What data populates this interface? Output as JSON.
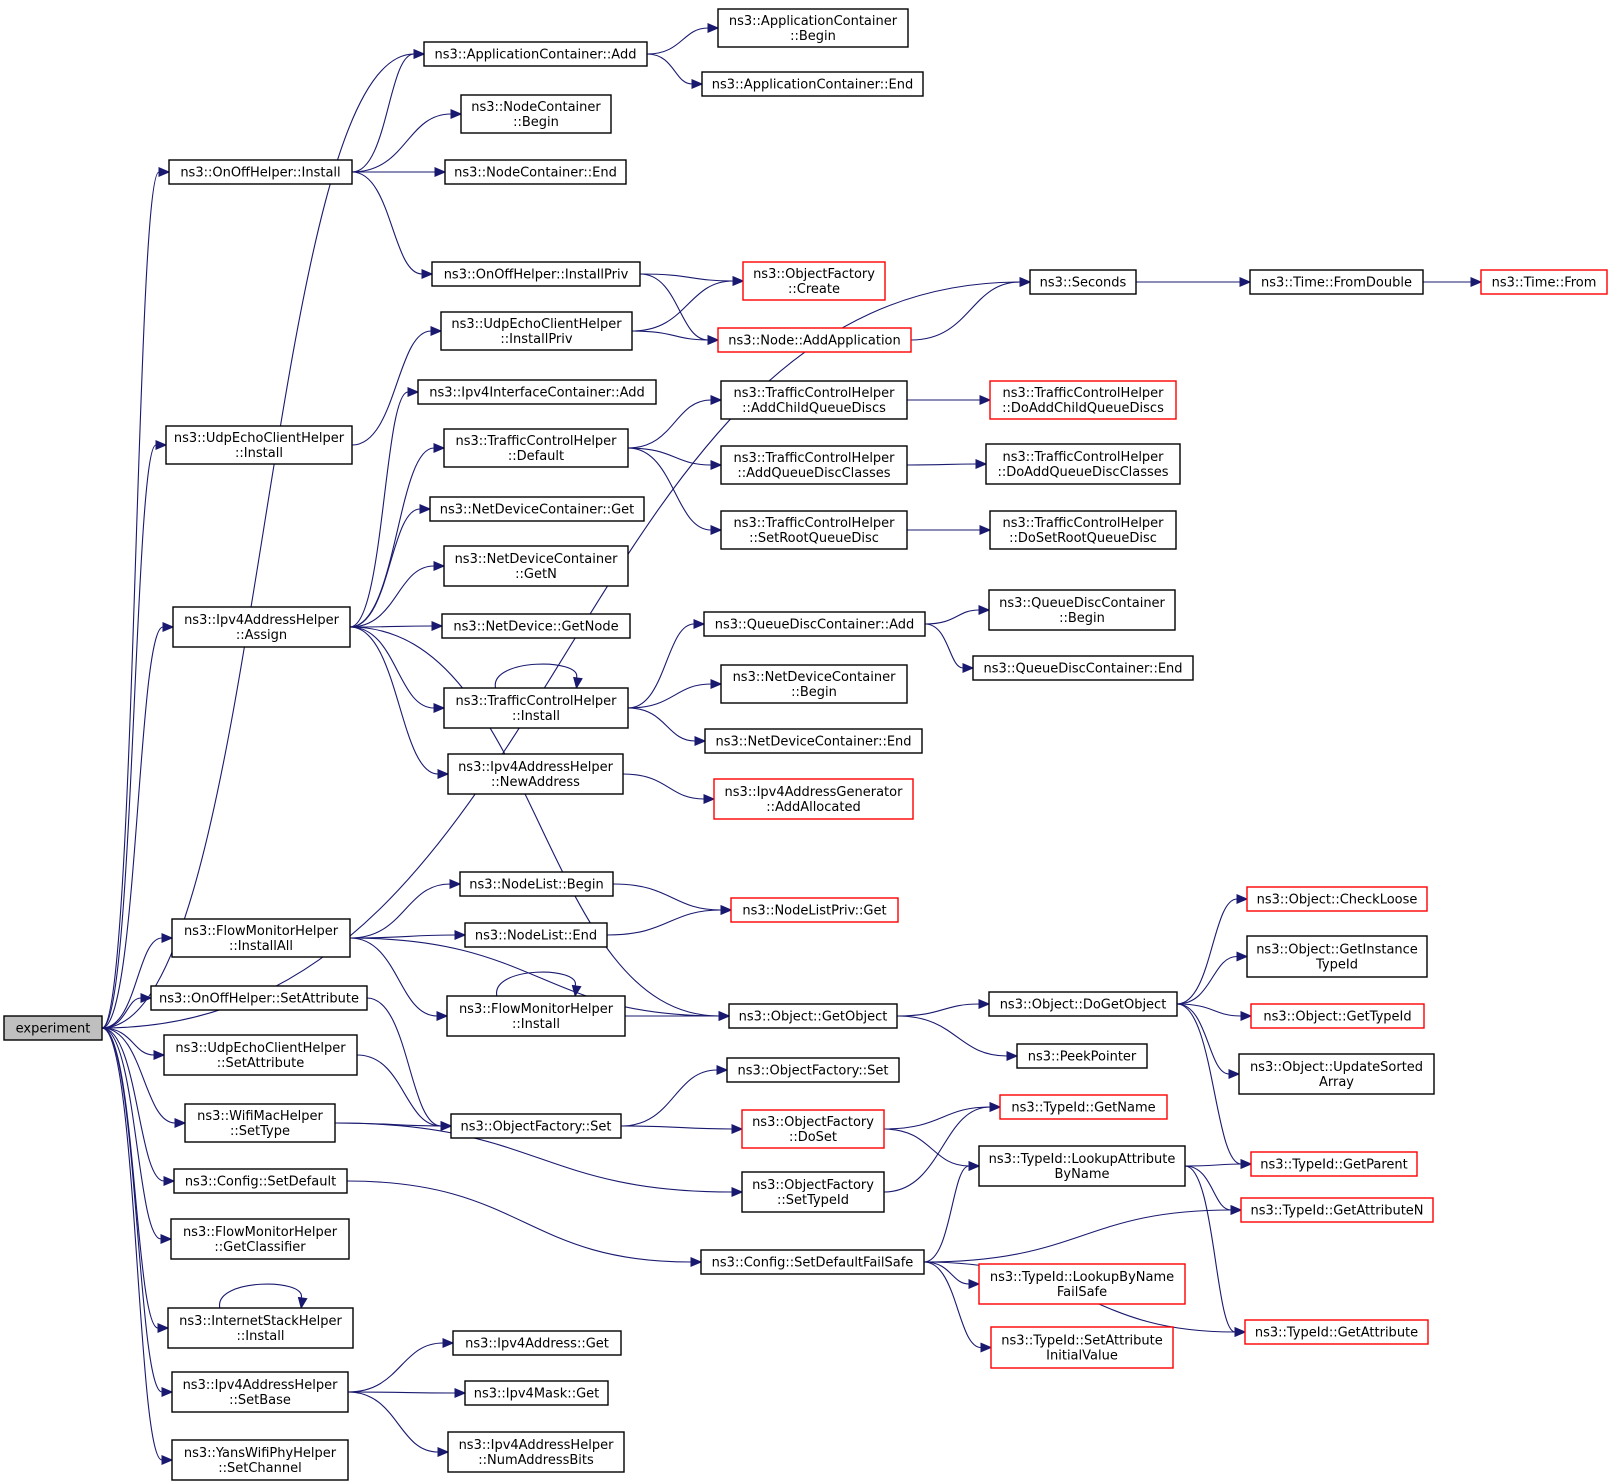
{
  "colors": {
    "edge": "#191970",
    "node_border": "#000000",
    "external_border": "#ff0000",
    "root_fill": "#bfbfbf"
  },
  "nodes": {
    "experiment": {
      "lines": [
        "experiment"
      ],
      "root": true
    },
    "appAdd": {
      "lines": [
        "ns3::ApplicationContainer::Add"
      ]
    },
    "appBegin": {
      "lines": [
        "ns3::ApplicationContainer",
        "::Begin"
      ]
    },
    "appEnd": {
      "lines": [
        "ns3::ApplicationContainer::End"
      ]
    },
    "onoffInstall": {
      "lines": [
        "ns3::OnOffHelper::Install"
      ]
    },
    "ncBegin": {
      "lines": [
        "ns3::NodeContainer",
        "::Begin"
      ]
    },
    "ncEnd": {
      "lines": [
        "ns3::NodeContainer::End"
      ]
    },
    "onoffInstallPriv": {
      "lines": [
        "ns3::OnOffHelper::InstallPriv"
      ]
    },
    "ofCreate": {
      "lines": [
        "ns3::ObjectFactory",
        "::Create"
      ],
      "external": true
    },
    "seconds": {
      "lines": [
        "ns3::Seconds"
      ]
    },
    "fromDouble": {
      "lines": [
        "ns3::Time::FromDouble"
      ]
    },
    "timeFrom": {
      "lines": [
        "ns3::Time::From"
      ],
      "external": true
    },
    "udpClientInstallPriv": {
      "lines": [
        "ns3::UdpEchoClientHelper",
        "::InstallPriv"
      ]
    },
    "nodeAddApp": {
      "lines": [
        "ns3::Node::AddApplication"
      ],
      "external": true
    },
    "udpClientInstall": {
      "lines": [
        "ns3::UdpEchoClientHelper",
        "::Install"
      ]
    },
    "ipv4IfcAdd": {
      "lines": [
        "ns3::Ipv4InterfaceContainer::Add"
      ]
    },
    "tchDefault": {
      "lines": [
        "ns3::TrafficControlHelper",
        "::Default"
      ]
    },
    "tchAddChild": {
      "lines": [
        "ns3::TrafficControlHelper",
        "::AddChildQueueDiscs"
      ]
    },
    "tchDoAddChild": {
      "lines": [
        "ns3::TrafficControlHelper",
        "::DoAddChildQueueDiscs"
      ],
      "external": true
    },
    "tchAddClasses": {
      "lines": [
        "ns3::TrafficControlHelper",
        "::AddQueueDiscClasses"
      ]
    },
    "tchDoAddClasses": {
      "lines": [
        "ns3::TrafficControlHelper",
        "::DoAddQueueDiscClasses"
      ]
    },
    "tchSetRoot": {
      "lines": [
        "ns3::TrafficControlHelper",
        "::SetRootQueueDisc"
      ]
    },
    "tchDoSetRoot": {
      "lines": [
        "ns3::TrafficControlHelper",
        "::DoSetRootQueueDisc"
      ]
    },
    "ndcGet": {
      "lines": [
        "ns3::NetDeviceContainer::Get"
      ]
    },
    "ndcGetN": {
      "lines": [
        "ns3::NetDeviceContainer",
        "::GetN"
      ]
    },
    "ipv4Assign": {
      "lines": [
        "ns3::Ipv4AddressHelper",
        "::Assign"
      ]
    },
    "ndGetNode": {
      "lines": [
        "ns3::NetDevice::GetNode"
      ]
    },
    "qdcAdd": {
      "lines": [
        "ns3::QueueDiscContainer::Add"
      ]
    },
    "qdcBegin": {
      "lines": [
        "ns3::QueueDiscContainer",
        "::Begin"
      ]
    },
    "qdcEnd": {
      "lines": [
        "ns3::QueueDiscContainer::End"
      ]
    },
    "tchInstall": {
      "lines": [
        "ns3::TrafficControlHelper",
        "::Install"
      ]
    },
    "ndcBegin": {
      "lines": [
        "ns3::NetDeviceContainer",
        "::Begin"
      ]
    },
    "ndcEnd": {
      "lines": [
        "ns3::NetDeviceContainer::End"
      ]
    },
    "ipv4NewAddr": {
      "lines": [
        "ns3::Ipv4AddressHelper",
        "::NewAddress"
      ]
    },
    "ipv4GenAdd": {
      "lines": [
        "ns3::Ipv4AddressGenerator",
        "::AddAllocated"
      ],
      "external": true
    },
    "nodeListBegin": {
      "lines": [
        "ns3::NodeList::Begin"
      ]
    },
    "nodeListPrivGet": {
      "lines": [
        "ns3::NodeListPriv::Get"
      ],
      "external": true
    },
    "fmhInstallAll": {
      "lines": [
        "ns3::FlowMonitorHelper",
        "::InstallAll"
      ]
    },
    "nodeListEnd": {
      "lines": [
        "ns3::NodeList::End"
      ]
    },
    "objCheckLoose": {
      "lines": [
        "ns3::Object::CheckLoose"
      ],
      "external": true
    },
    "objGetInstTid": {
      "lines": [
        "ns3::Object::GetInstance",
        "TypeId"
      ]
    },
    "fmhInstall": {
      "lines": [
        "ns3::FlowMonitorHelper",
        "::Install"
      ]
    },
    "objGetObject": {
      "lines": [
        "ns3::Object::GetObject"
      ]
    },
    "objDoGetObject": {
      "lines": [
        "ns3::Object::DoGetObject"
      ]
    },
    "objGetTypeId": {
      "lines": [
        "ns3::Object::GetTypeId"
      ],
      "external": true
    },
    "onoffSetAttr": {
      "lines": [
        "ns3::OnOffHelper::SetAttribute"
      ]
    },
    "peekPointer": {
      "lines": [
        "ns3::PeekPointer"
      ]
    },
    "udpClientSetAttr": {
      "lines": [
        "ns3::UdpEchoClientHelper",
        "::SetAttribute"
      ]
    },
    "ofSet1": {
      "lines": [
        "ns3::ObjectFactory::Set"
      ]
    },
    "objUpdateSorted": {
      "lines": [
        "ns3::Object::UpdateSorted",
        "Array"
      ]
    },
    "tidGetName": {
      "lines": [
        "ns3::TypeId::GetName"
      ],
      "external": true
    },
    "wifiMacSetType": {
      "lines": [
        "ns3::WifiMacHelper",
        "::SetType"
      ]
    },
    "ofSet2": {
      "lines": [
        "ns3::ObjectFactory::Set"
      ]
    },
    "ofDoSet": {
      "lines": [
        "ns3::ObjectFactory",
        "::DoSet"
      ],
      "external": true
    },
    "tidLookupAttr": {
      "lines": [
        "ns3::TypeId::LookupAttribute",
        "ByName"
      ]
    },
    "tidGetParent": {
      "lines": [
        "ns3::TypeId::GetParent"
      ],
      "external": true
    },
    "cfgSetDefault": {
      "lines": [
        "ns3::Config::SetDefault"
      ]
    },
    "ofSetTypeId": {
      "lines": [
        "ns3::ObjectFactory",
        "::SetTypeId"
      ]
    },
    "tidGetAttrN": {
      "lines": [
        "ns3::TypeId::GetAttributeN"
      ],
      "external": true
    },
    "fmhGetClassifier": {
      "lines": [
        "ns3::FlowMonitorHelper",
        "::GetClassifier"
      ]
    },
    "cfgSetDefaultFS": {
      "lines": [
        "ns3::Config::SetDefaultFailSafe"
      ]
    },
    "tidLookupByName": {
      "lines": [
        "ns3::TypeId::LookupByName",
        "FailSafe"
      ],
      "external": true
    },
    "ishInstall": {
      "lines": [
        "ns3::InternetStackHelper",
        "::Install"
      ]
    },
    "tidSetAttrInit": {
      "lines": [
        "ns3::TypeId::SetAttribute",
        "InitialValue"
      ],
      "external": true
    },
    "tidGetAttr": {
      "lines": [
        "ns3::TypeId::GetAttribute"
      ],
      "external": true
    },
    "ipv4AddrGet": {
      "lines": [
        "ns3::Ipv4Address::Get"
      ]
    },
    "ipv4SetBase": {
      "lines": [
        "ns3::Ipv4AddressHelper",
        "::SetBase"
      ]
    },
    "ipv4MaskGet": {
      "lines": [
        "ns3::Ipv4Mask::Get"
      ]
    },
    "ipv4NumBits": {
      "lines": [
        "ns3::Ipv4AddressHelper",
        "::NumAddressBits"
      ]
    },
    "yansSetChannel": {
      "lines": [
        "ns3::YansWifiPhyHelper",
        "::SetChannel"
      ]
    }
  },
  "edges": [
    [
      "experiment",
      "appAdd"
    ],
    [
      "experiment",
      "onoffInstall"
    ],
    [
      "experiment",
      "seconds"
    ],
    [
      "experiment",
      "udpClientInstall"
    ],
    [
      "experiment",
      "ipv4Assign"
    ],
    [
      "experiment",
      "fmhInstallAll"
    ],
    [
      "experiment",
      "onoffSetAttr"
    ],
    [
      "experiment",
      "udpClientSetAttr"
    ],
    [
      "experiment",
      "wifiMacSetType"
    ],
    [
      "experiment",
      "cfgSetDefault"
    ],
    [
      "experiment",
      "fmhGetClassifier"
    ],
    [
      "experiment",
      "ishInstall"
    ],
    [
      "experiment",
      "ipv4SetBase"
    ],
    [
      "experiment",
      "yansSetChannel"
    ],
    [
      "appAdd",
      "appBegin"
    ],
    [
      "appAdd",
      "appEnd"
    ],
    [
      "onoffInstall",
      "appAdd"
    ],
    [
      "onoffInstall",
      "ncBegin"
    ],
    [
      "onoffInstall",
      "ncEnd"
    ],
    [
      "onoffInstall",
      "onoffInstallPriv"
    ],
    [
      "onoffInstallPriv",
      "ofCreate"
    ],
    [
      "onoffInstallPriv",
      "nodeAddApp"
    ],
    [
      "nodeAddApp",
      "seconds"
    ],
    [
      "seconds",
      "fromDouble"
    ],
    [
      "fromDouble",
      "timeFrom"
    ],
    [
      "udpClientInstall",
      "udpClientInstallPriv"
    ],
    [
      "udpClientInstallPriv",
      "ofCreate"
    ],
    [
      "udpClientInstallPriv",
      "nodeAddApp"
    ],
    [
      "ipv4Assign",
      "ipv4IfcAdd"
    ],
    [
      "ipv4Assign",
      "tchDefault"
    ],
    [
      "ipv4Assign",
      "ndcGet"
    ],
    [
      "ipv4Assign",
      "ndcGetN"
    ],
    [
      "ipv4Assign",
      "ndGetNode"
    ],
    [
      "ipv4Assign",
      "tchInstall"
    ],
    [
      "ipv4Assign",
      "ipv4NewAddr"
    ],
    [
      "ipv4Assign",
      "objGetObject"
    ],
    [
      "tchDefault",
      "tchAddChild"
    ],
    [
      "tchDefault",
      "tchAddClasses"
    ],
    [
      "tchDefault",
      "tchSetRoot"
    ],
    [
      "tchAddChild",
      "tchDoAddChild"
    ],
    [
      "tchAddClasses",
      "tchDoAddClasses"
    ],
    [
      "tchSetRoot",
      "tchDoSetRoot"
    ],
    [
      "tchInstall",
      "tchInstall"
    ],
    [
      "tchInstall",
      "qdcAdd"
    ],
    [
      "tchInstall",
      "ndcBegin"
    ],
    [
      "tchInstall",
      "ndcEnd"
    ],
    [
      "qdcAdd",
      "qdcBegin"
    ],
    [
      "qdcAdd",
      "qdcEnd"
    ],
    [
      "ipv4NewAddr",
      "ipv4GenAdd"
    ],
    [
      "fmhInstallAll",
      "nodeListBegin"
    ],
    [
      "fmhInstallAll",
      "nodeListEnd"
    ],
    [
      "fmhInstallAll",
      "fmhInstall"
    ],
    [
      "fmhInstallAll",
      "objGetObject"
    ],
    [
      "nodeListBegin",
      "nodeListPrivGet"
    ],
    [
      "nodeListEnd",
      "nodeListPrivGet"
    ],
    [
      "fmhInstall",
      "fmhInstall"
    ],
    [
      "fmhInstall",
      "objGetObject"
    ],
    [
      "objGetObject",
      "objDoGetObject"
    ],
    [
      "objGetObject",
      "peekPointer"
    ],
    [
      "objDoGetObject",
      "objCheckLoose"
    ],
    [
      "objDoGetObject",
      "objGetInstTid"
    ],
    [
      "objDoGetObject",
      "objGetTypeId"
    ],
    [
      "objDoGetObject",
      "objUpdateSorted"
    ],
    [
      "objDoGetObject",
      "tidGetParent"
    ],
    [
      "onoffSetAttr",
      "ofSet2"
    ],
    [
      "udpClientSetAttr",
      "ofSet2"
    ],
    [
      "wifiMacSetType",
      "ofSet2"
    ],
    [
      "wifiMacSetType",
      "ofSetTypeId"
    ],
    [
      "ofSet2",
      "ofSet1"
    ],
    [
      "ofSet2",
      "ofDoSet"
    ],
    [
      "ofDoSet",
      "tidGetName"
    ],
    [
      "ofDoSet",
      "tidLookupAttr"
    ],
    [
      "ofSetTypeId",
      "tidGetName"
    ],
    [
      "tidLookupAttr",
      "tidGetParent"
    ],
    [
      "tidLookupAttr",
      "tidGetAttrN"
    ],
    [
      "tidLookupAttr",
      "tidGetAttr"
    ],
    [
      "cfgSetDefault",
      "cfgSetDefaultFS"
    ],
    [
      "cfgSetDefaultFS",
      "tidLookupAttr"
    ],
    [
      "cfgSetDefaultFS",
      "tidGetAttrN"
    ],
    [
      "cfgSetDefaultFS",
      "tidLookupByName"
    ],
    [
      "cfgSetDefaultFS",
      "tidSetAttrInit"
    ],
    [
      "cfgSetDefaultFS",
      "tidGetAttr"
    ],
    [
      "ishInstall",
      "ishInstall"
    ],
    [
      "ipv4SetBase",
      "ipv4AddrGet"
    ],
    [
      "ipv4SetBase",
      "ipv4MaskGet"
    ],
    [
      "ipv4SetBase",
      "ipv4NumBits"
    ]
  ]
}
